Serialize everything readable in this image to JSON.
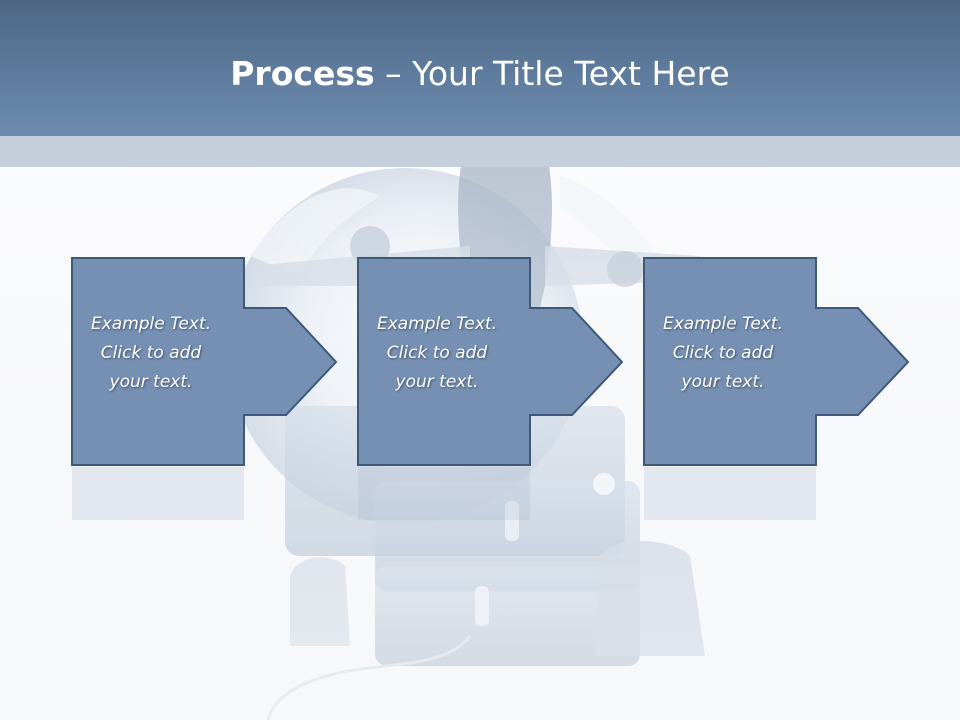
{
  "slide": {
    "title_bold": "Process",
    "title_rest": " – Your Title Text Here"
  },
  "steps": [
    {
      "line1": "Example Text.",
      "line2": "Click  to add",
      "line3": "your text."
    },
    {
      "line1": "Example Text.",
      "line2": "Click  to add",
      "line3": "your text."
    },
    {
      "line1": "Example Text.",
      "line2": "Click  to add",
      "line3": "your text."
    }
  ],
  "colors": {
    "title_band": "#5f7c9e",
    "title_strip": "#c5cfdc",
    "arrow_fill": "#7590b3",
    "arrow_stroke": "#3e5877",
    "text": "#ffffff"
  },
  "icons": {
    "background_image": "globe-airplane-luggage-illustration"
  }
}
